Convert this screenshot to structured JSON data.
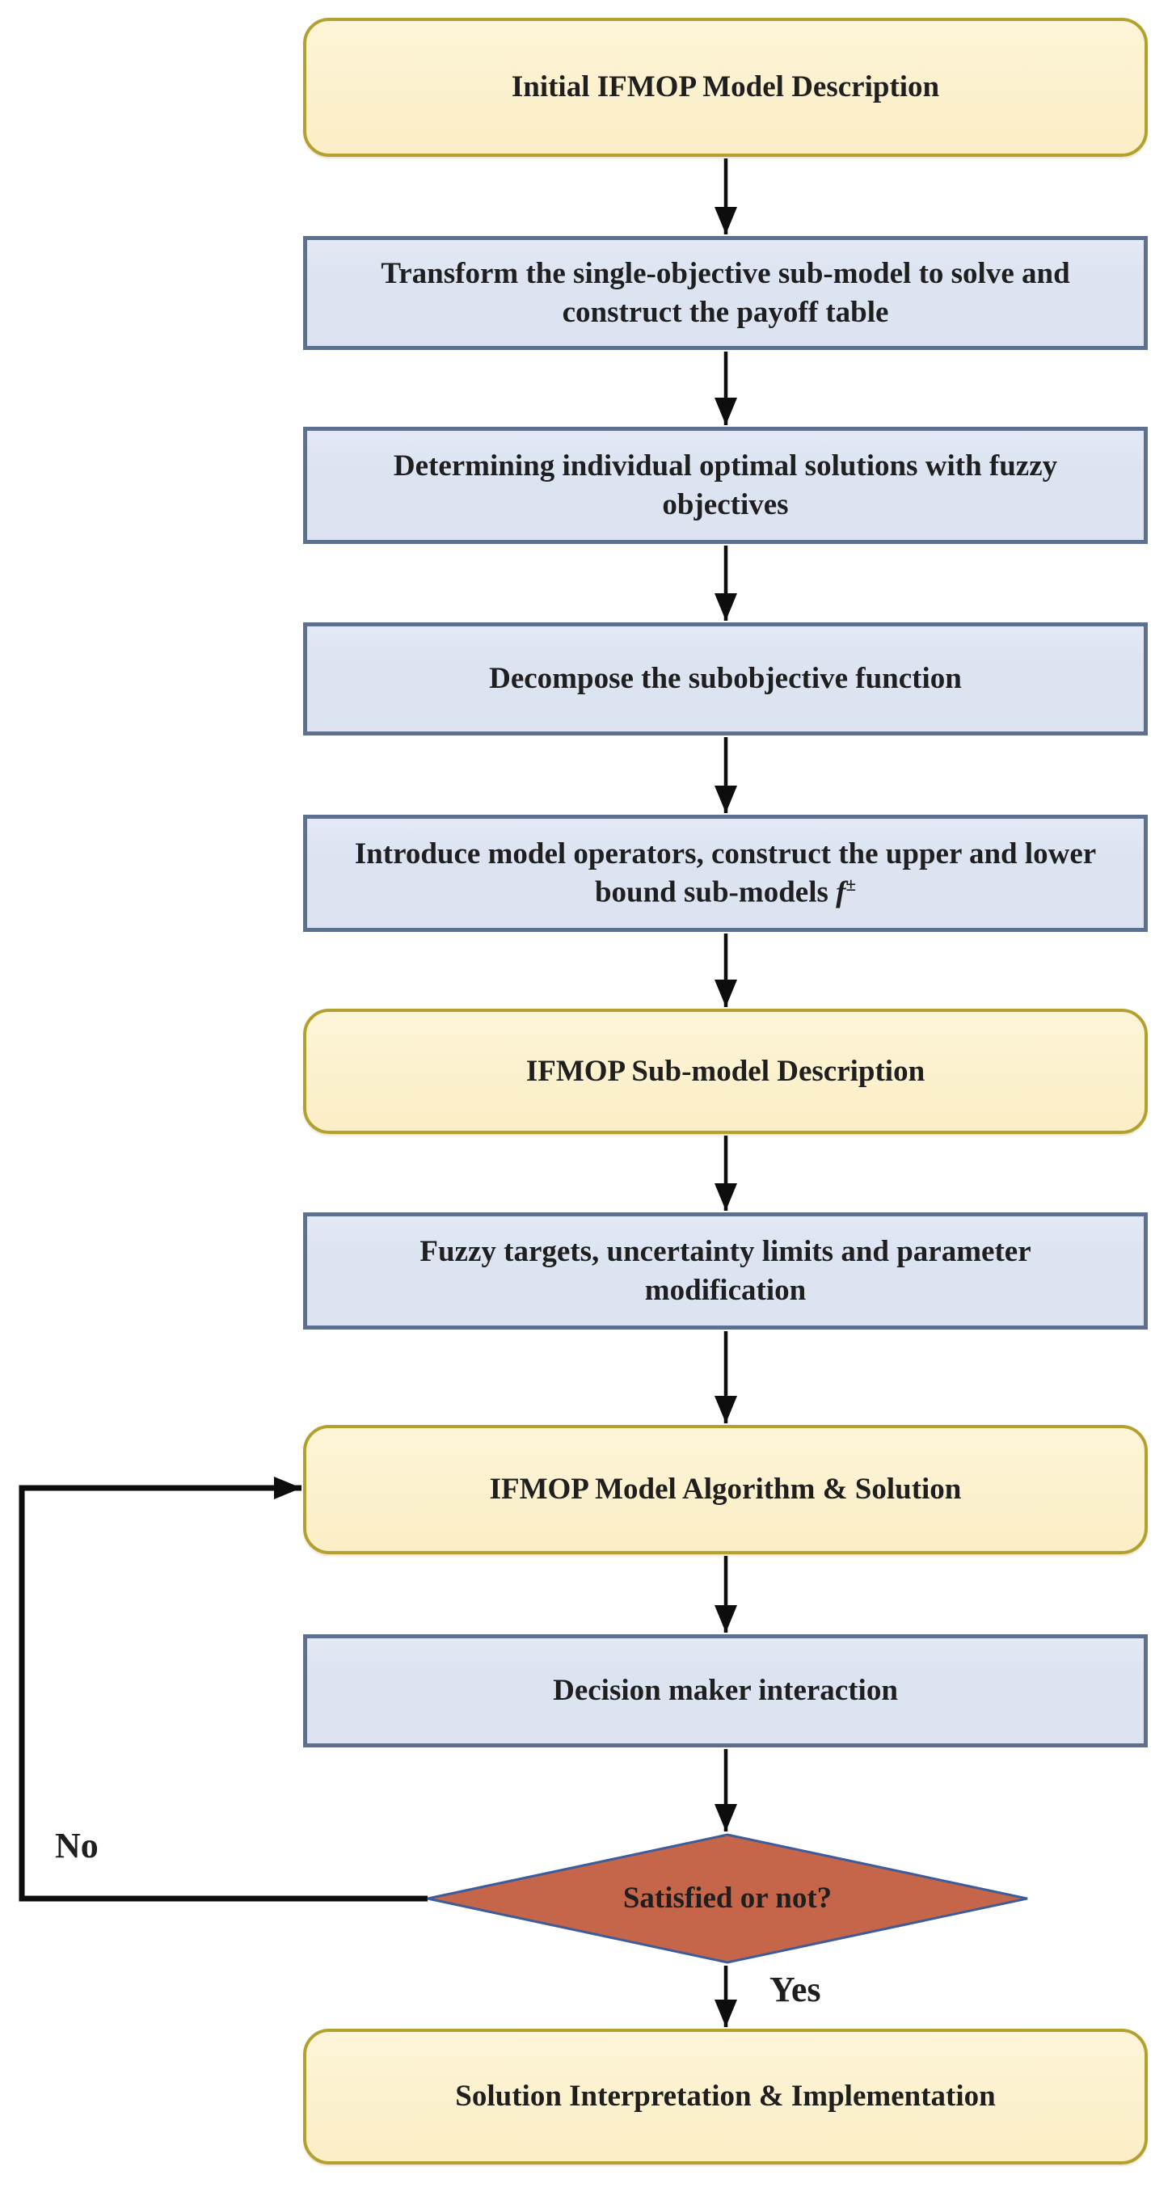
{
  "diagram_type": "flowchart",
  "nodes": [
    {
      "id": "start",
      "shape": "rounded-terminal",
      "label": "Initial IFMOP Model Description"
    },
    {
      "id": "transform",
      "shape": "process-rect",
      "label": "Transform the single-objective sub-model to solve and construct the payoff table"
    },
    {
      "id": "determine",
      "shape": "process-rect",
      "label": "Determining individual optimal solutions with fuzzy objectives"
    },
    {
      "id": "decompose",
      "shape": "process-rect",
      "label": "Decompose the subobjective function"
    },
    {
      "id": "introduce",
      "shape": "process-rect",
      "label": "Introduce model operators, construct the upper and lower bound sub-models",
      "formula_base": "f",
      "formula_sup": "±"
    },
    {
      "id": "submodel",
      "shape": "rounded-terminal",
      "label": "IFMOP Sub-model Description"
    },
    {
      "id": "fuzzy",
      "shape": "process-rect",
      "label": "Fuzzy targets, uncertainty limits and parameter modification"
    },
    {
      "id": "algorithm",
      "shape": "rounded-terminal",
      "label": "IFMOP Model Algorithm & Solution"
    },
    {
      "id": "decision",
      "shape": "process-rect",
      "label": "Decision maker interaction"
    },
    {
      "id": "satisfied",
      "shape": "decision-diamond",
      "label": "Satisfied or not?"
    },
    {
      "id": "solution",
      "shape": "rounded-terminal",
      "label": "Solution Interpretation & Implementation"
    }
  ],
  "edges": [
    {
      "from": "start",
      "to": "transform",
      "label": ""
    },
    {
      "from": "transform",
      "to": "determine",
      "label": ""
    },
    {
      "from": "determine",
      "to": "decompose",
      "label": ""
    },
    {
      "from": "decompose",
      "to": "introduce",
      "label": ""
    },
    {
      "from": "introduce",
      "to": "submodel",
      "label": ""
    },
    {
      "from": "submodel",
      "to": "fuzzy",
      "label": ""
    },
    {
      "from": "fuzzy",
      "to": "algorithm",
      "label": ""
    },
    {
      "from": "algorithm",
      "to": "decision",
      "label": ""
    },
    {
      "from": "decision",
      "to": "satisfied",
      "label": ""
    },
    {
      "from": "satisfied",
      "to": "solution",
      "label": "Yes"
    },
    {
      "from": "satisfied",
      "to": "algorithm",
      "label": "No"
    }
  ],
  "colors": {
    "terminal_fill_top": "#fdf5d8",
    "terminal_fill": "#fceec6",
    "terminal_border": "#b3a02f",
    "process_fill": "#dce4f2",
    "process_border": "#5d7090",
    "decision_fill": "#c56549",
    "decision_border": "#3f5c9a",
    "arrow": "#0d0d0d",
    "text": "#1f1f1f"
  }
}
